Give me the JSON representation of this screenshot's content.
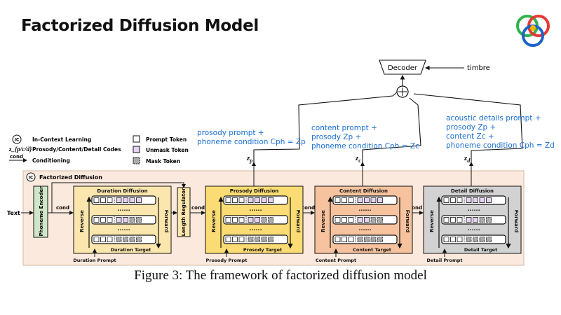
{
  "title": "Factorized Diffusion Model",
  "caption": "Figure 3: The framework of factorized diffusion model",
  "legend": {
    "icl": "In-Context Learning",
    "codes_symbol": "z_{p/c/d}",
    "codes": "Prosody/Content/Detail Codes",
    "cond_symbol": "cond",
    "cond": "Conditioning",
    "prompt_token": "Prompt Token",
    "unmask_token": "Unmask Token",
    "mask_token": "Mask Token"
  },
  "main_label": "Factorized Diffusion",
  "icl_badge": "IC",
  "text_input": "Text",
  "phoneme_encoder": "Phoneme Encoder",
  "length_regulator": "Length Regulator",
  "cond_label": "cond",
  "reverse_label": "Reverse",
  "forward_label": "Forward",
  "dots": "......",
  "blocks": [
    {
      "name": "Duration Diffusion",
      "target": "Duration Target",
      "prompt": "Duration Prompt",
      "color": "#fbe6ad",
      "z": ""
    },
    {
      "name": "Prosody Diffusion",
      "target": "Prosody Target",
      "prompt": "Prosody Prompt",
      "color": "#fbdc74",
      "z": "p"
    },
    {
      "name": "Content Diffusion",
      "target": "Content Target",
      "prompt": "Content Prompt",
      "color": "#f7c39e",
      "z": "c"
    },
    {
      "name": "Detail Diffusion",
      "target": "Detail Target",
      "prompt": "Detail Prompt",
      "color": "#d2d2d2",
      "z": "d"
    }
  ],
  "decoder": "Decoder",
  "timbre": "timbre",
  "annotations": {
    "prosody": [
      "prosody prompt +",
      "phoneme condition Cph = Zp"
    ],
    "content": [
      "content prompt +",
      "prosody Zp +",
      "phoneme condition Cph = Zc"
    ],
    "detail": [
      "acoustic details prompt +",
      "prosody Zp +",
      "content Zc +",
      "phoneme condition Cph = Zd"
    ]
  },
  "colors": {
    "main_bg": "#fbe9dd",
    "encoder": "#cfe6c8",
    "length_regulator": "#fbe6ad",
    "annotation": "#1a6fd0",
    "unmask": "#e6d3f3",
    "mask": "#a9a9a9"
  }
}
